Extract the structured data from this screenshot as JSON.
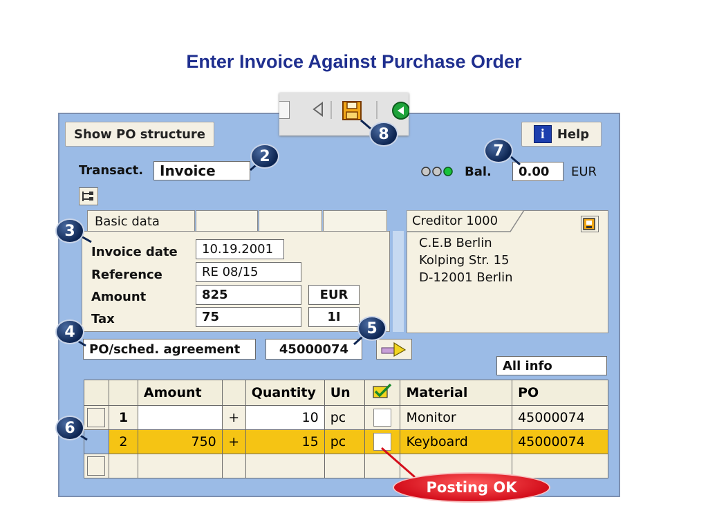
{
  "title": "Enter Invoice Against Purchase Order",
  "toolbar": {
    "icons": [
      "back-icon",
      "save-icon",
      "execute-icon"
    ]
  },
  "buttons": {
    "show_po": "Show PO structure",
    "help": "Help"
  },
  "transaction": {
    "label": "Transact.",
    "value": "Invoice"
  },
  "balance": {
    "label": "Bal.",
    "value": "0.00",
    "currency": "EUR"
  },
  "tabs": [
    "Basic data",
    "",
    "",
    ""
  ],
  "basic": {
    "invoice_date_label": "Invoice date",
    "invoice_date": "10.19.2001",
    "reference_label": "Reference",
    "reference": "RE 08/15",
    "amount_label": "Amount",
    "amount": "825",
    "amount_currency": "EUR",
    "tax_label": "Tax",
    "tax": "75",
    "tax_code": "1I"
  },
  "creditor": {
    "tab": "Creditor 1000",
    "line1": "C.E.B Berlin",
    "line2": "Kolping Str. 15",
    "line3": "D-12001 Berlin"
  },
  "po": {
    "label": "PO/sched. agreement",
    "value": "45000074"
  },
  "all_info": "All info",
  "table": {
    "headers": [
      "Amount",
      "Quantity",
      "Un",
      "Material",
      "PO"
    ],
    "rows": [
      {
        "no": "1",
        "amount": "",
        "sign": "+",
        "quantity": "10",
        "unit": "pc",
        "material": "Monitor",
        "po": "45000074"
      },
      {
        "no": "2",
        "amount": "750",
        "sign": "+",
        "quantity": "15",
        "unit": "pc",
        "material": "Keyboard",
        "po": "45000074"
      }
    ]
  },
  "callouts": [
    "2",
    "3",
    "4",
    "5",
    "6",
    "7",
    "8"
  ],
  "posting_ok": "Posting OK",
  "colors": {
    "panel": "#9bbbe6",
    "highlight_row": "#f5c414",
    "callout": "#0d2552",
    "posting": "#d40f1c",
    "title": "#1f2f8f"
  }
}
